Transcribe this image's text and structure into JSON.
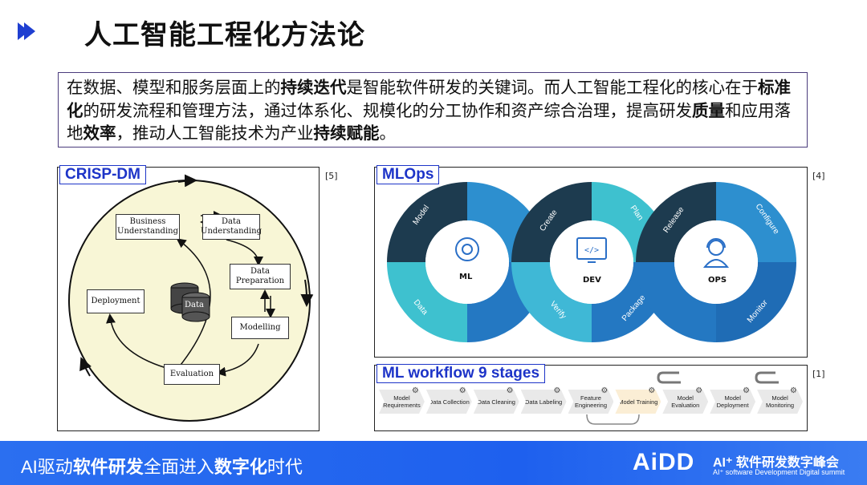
{
  "header": {
    "title": "人工智能工程化方法论"
  },
  "intro": {
    "p1": "在数据、模型和服务层面上的",
    "b1": "持续迭代",
    "p2": "是智能软件研发的关键词。而人工智能工程化的核心在于",
    "b2": "标准化",
    "p3": "的研发流程和管理方法，通过体系化、规模化的分工协作和资产综合治理，提高研发",
    "b3": "质量",
    "p4": "和应用落地",
    "b4": "效率",
    "p5": "，推动人工智能技术为产业",
    "b5": "持续赋能",
    "p6": "。"
  },
  "crisp": {
    "label": "CRISP-DM",
    "ref": "[5]",
    "business": "Business Understanding",
    "data_understanding": "Data Understanding",
    "preparation": "Data Preparation",
    "modelling": "Modelling",
    "evaluation": "Evaluation",
    "deployment": "Deployment",
    "data": "Data"
  },
  "mlops": {
    "label": "MLOps",
    "ref": "[4]",
    "hubs": [
      "ML",
      "DEV",
      "OPS"
    ],
    "segments": [
      "Model",
      "Data",
      "Create",
      "Plan",
      "Verify",
      "Package",
      "Release",
      "Configure",
      "Monitor"
    ],
    "colors": {
      "dark": "#1d3b4f",
      "blue": "#2d8fcf",
      "teal": "#3ec1cf",
      "light": "#8fd8d8"
    }
  },
  "workflow": {
    "label": "ML workflow 9 stages",
    "ref": "[1]",
    "stages": [
      "Model Requirements",
      "Data Collection",
      "Data Cleaning",
      "Data Labeling",
      "Feature Engineering",
      "Model Training",
      "Model Evaluation",
      "Model Deployment",
      "Model Monitoring"
    ]
  },
  "footer": {
    "slogan_a": "AI驱动",
    "slogan_b": "软件研发",
    "slogan_c": "全面进入",
    "slogan_d": "数字化",
    "slogan_e": "时代",
    "logo": "AiDD",
    "brand": "AI⁺ 软件研发数字峰会",
    "brand_sub": "AI⁺ software Development Digital summit"
  }
}
